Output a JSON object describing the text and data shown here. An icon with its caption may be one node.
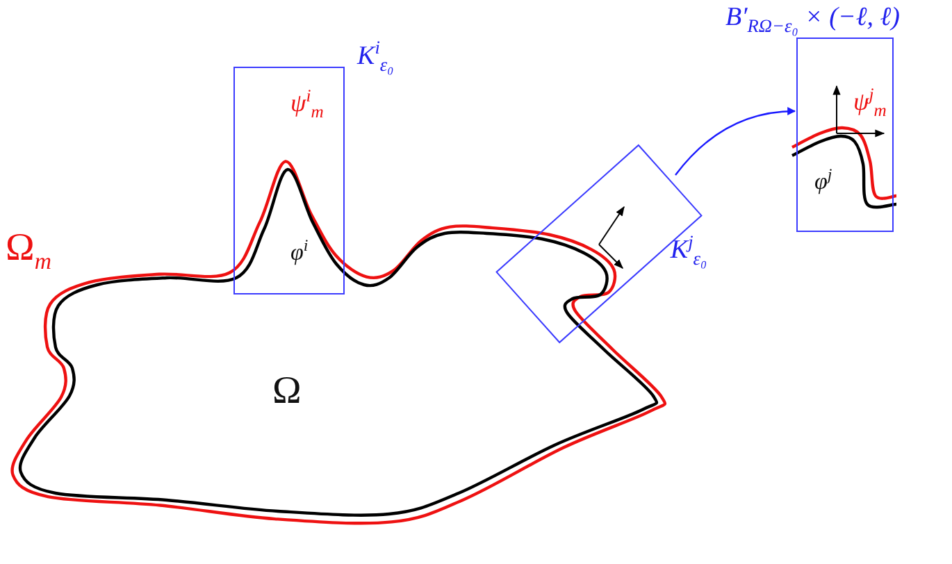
{
  "diagram": {
    "nodes": [
      {
        "text": [
          "K$^{i}$$_{ε₀}$",
          "ψ$^{i}$$_{m}$",
          "φ$^{i}$"
        ]
      },
      {
        "text": [
          "K$^{j}$$_{ε₀}$"
        ]
      },
      {
        "text": [
          "B′$_{RΩ−ε₀}$ × (−ℓ, ℓ)",
          "ψ$^{j}$$_{m}$",
          "φ$^{j}$"
        ]
      }
    ],
    "edges": [
      {
        "from": 1,
        "to": 2,
        "arrow": "to"
      }
    ],
    "labels": [
      "Ω$_{m}$",
      "Ω"
    ]
  }
}
